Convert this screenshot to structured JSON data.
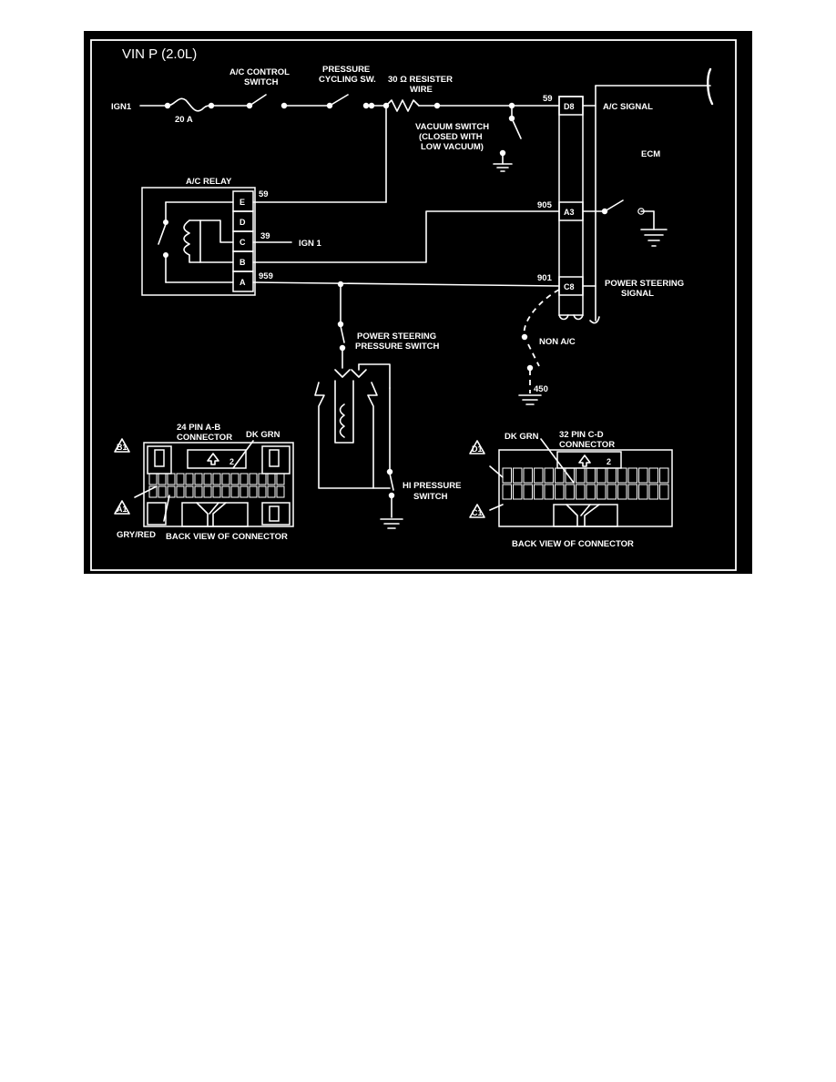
{
  "diagram": {
    "title": "VIN P (2.0L)",
    "ign1_left": "IGN1",
    "fuse": "20 A",
    "ac_control_switch": [
      "A/C CONTROL",
      "SWITCH"
    ],
    "pressure_cycling": [
      "PRESSURE",
      "CYCLING SW."
    ],
    "resister": [
      "30 Ω RESISTER",
      "WIRE"
    ],
    "vacuum_switch": [
      "VACUUM SWITCH",
      "(CLOSED WITH",
      "LOW VACUUM)"
    ],
    "ac_signal": "A/C SIGNAL",
    "ecm": "ECM",
    "ac_relay": "A/C RELAY",
    "relay_pins": [
      "E",
      "D",
      "C",
      "B",
      "A"
    ],
    "ecm_pins": [
      "D8",
      "A3",
      "C8"
    ],
    "wire_numbers": {
      "w59_top": "59",
      "w59_relay": "59",
      "w39": "39",
      "w959": "959",
      "w905": "905",
      "w901": "901",
      "w450": "450"
    },
    "ign1_relay": "IGN 1",
    "ps_signal": [
      "POWER STEERING",
      "SIGNAL"
    ],
    "ps_switch": [
      "POWER STEERING",
      "PRESSURE SWITCH"
    ],
    "non_ac": "NON A/C",
    "hi_pressure": [
      "HI PRESSURE",
      "SWITCH"
    ],
    "conn_left": {
      "title": [
        "24 PIN A-B",
        "CONNECTOR"
      ],
      "wire_a": "DK GRN",
      "wire_b": "GRY/RED",
      "pin_top": "B1",
      "pin_bottom": "A1",
      "view": "BACK VIEW OF CONNECTOR"
    },
    "conn_right": {
      "title": [
        "32 PIN C-D",
        "CONNECTOR"
      ],
      "wire": "DK GRN",
      "pin_top": "D1",
      "pin_bottom": "C1",
      "view": "BACK VIEW OF CONNECTOR"
    }
  }
}
